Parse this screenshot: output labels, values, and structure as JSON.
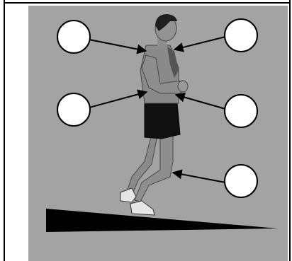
{
  "diagram": {
    "labels": [
      {
        "id": "label-top-left",
        "text": ""
      },
      {
        "id": "label-top-right",
        "text": ""
      },
      {
        "id": "label-mid-left",
        "text": ""
      },
      {
        "id": "label-mid-right",
        "text": ""
      },
      {
        "id": "label-lower-right",
        "text": ""
      }
    ],
    "colors": {
      "background": "#a3a3a3",
      "border": "#000000",
      "figure_skin": "#8e8e8e",
      "figure_dark": "#111111",
      "ramp": "#000000",
      "label_fill": "#ffffff"
    },
    "figure_icon": "running-man-icon",
    "ramp_icon": "incline-ramp-icon"
  }
}
